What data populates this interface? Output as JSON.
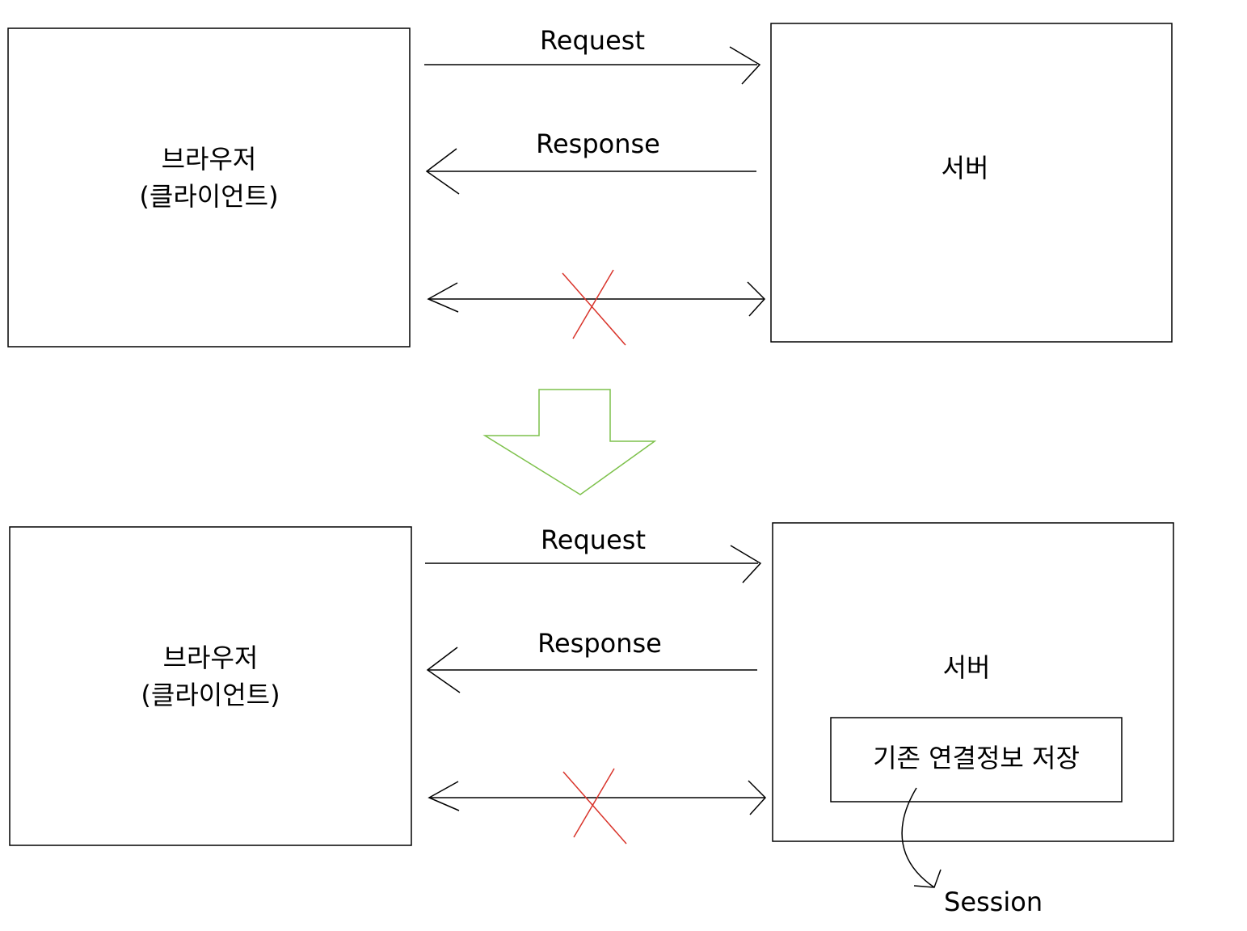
{
  "top": {
    "client_line1": "브라우저",
    "client_line2": "(클라이언트)",
    "server_label": "서버",
    "request_label": "Request",
    "response_label": "Response"
  },
  "bottom": {
    "client_line1": "브라우저",
    "client_line2": "(클라이언트)",
    "server_label": "서버",
    "request_label": "Request",
    "response_label": "Response",
    "stored_box_label": "기존 연결정보 저장",
    "session_label": "Session"
  },
  "colors": {
    "line": "#000000",
    "cross": "#d9342b",
    "transition_arrow": "#7dc14b"
  }
}
